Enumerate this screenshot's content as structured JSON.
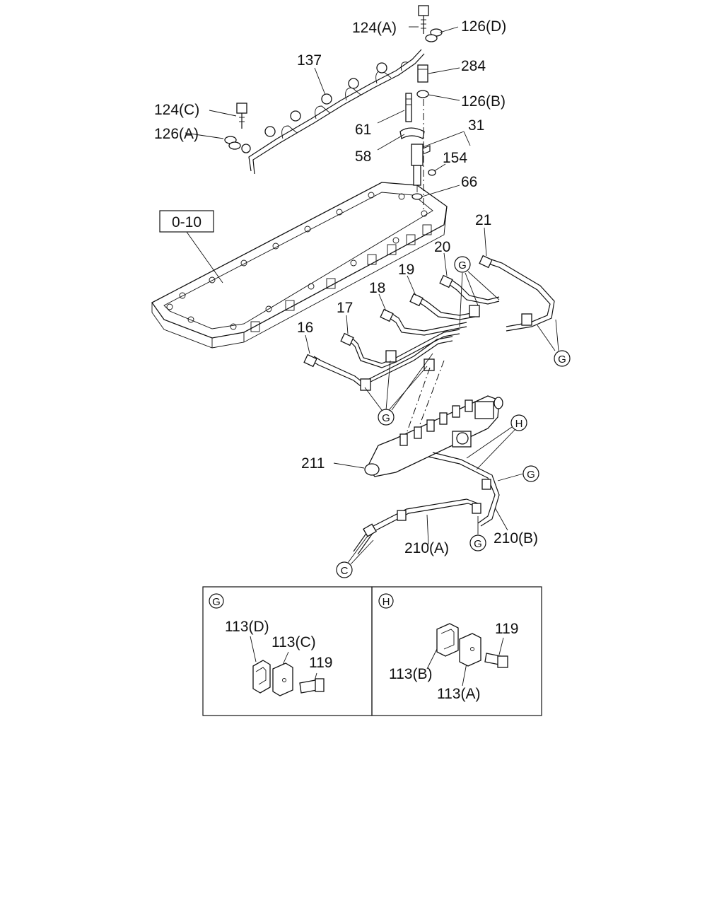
{
  "ref_box": "0-10",
  "labels": {
    "p124a": "124(A)",
    "p126d": "126(D)",
    "p284": "284",
    "p137": "137",
    "p126b": "126(B)",
    "p124c": "124(C)",
    "p31": "31",
    "p61": "61",
    "p126a": "126(A)",
    "p58": "58",
    "p154": "154",
    "p66": "66",
    "p21": "21",
    "p20": "20",
    "p19": "19",
    "p18": "18",
    "p17": "17",
    "p16": "16",
    "p211": "211",
    "p210a": "210(A)",
    "p210b": "210(B)"
  },
  "callouts": {
    "g": "G",
    "h": "H",
    "c": "C"
  },
  "detail_g": {
    "letter": "G",
    "p113d": "113(D)",
    "p113c": "113(C)",
    "p119": "119"
  },
  "detail_h": {
    "letter": "H",
    "p119": "119",
    "p113b": "113(B)",
    "p113a": "113(A)"
  }
}
